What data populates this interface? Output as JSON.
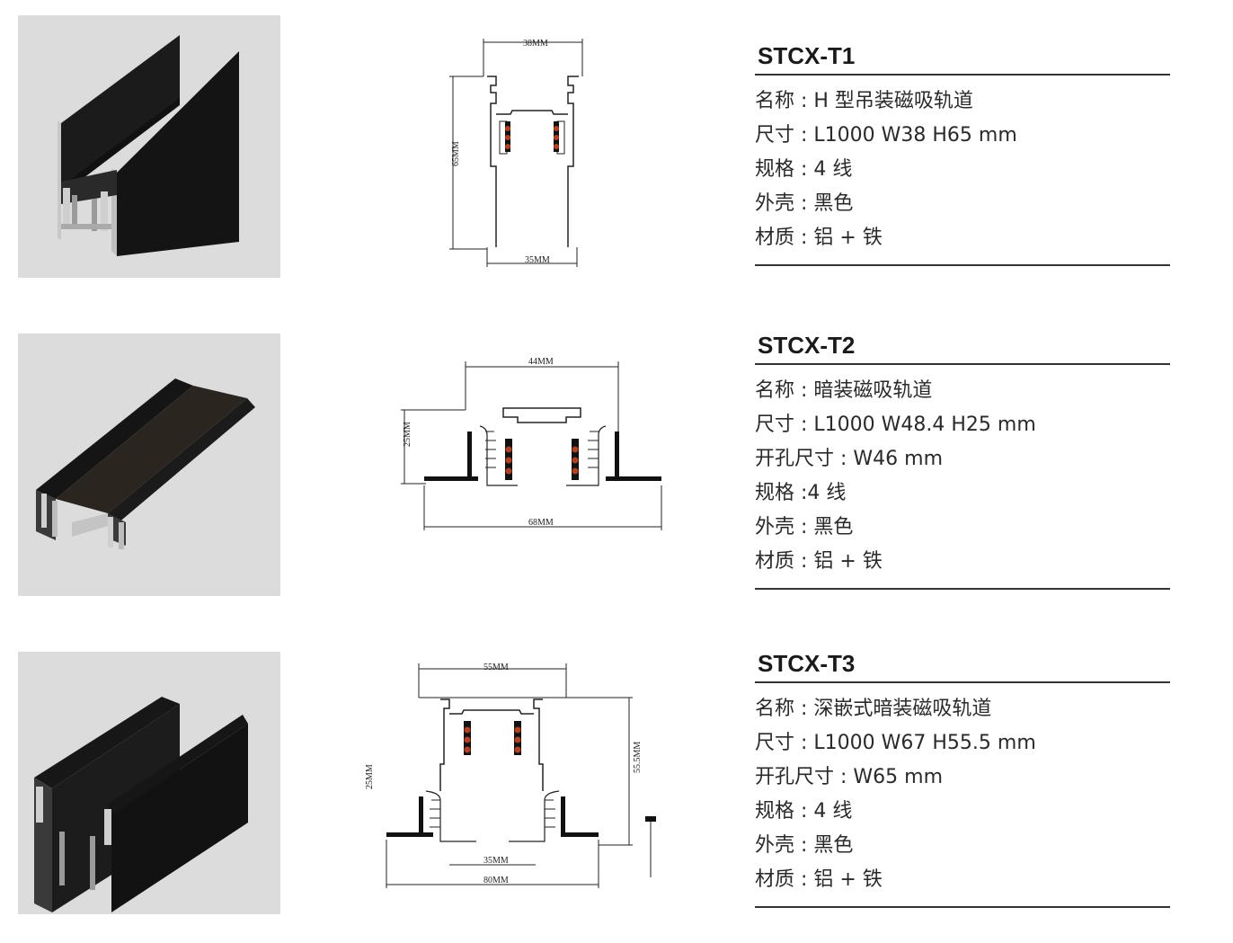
{
  "products": [
    {
      "model": "STCX-T1",
      "specs": [
        "名称 : H 型吊装磁吸轨道",
        "尺寸 : L1000 W38 H65 mm",
        "规格 : 4 线",
        "外壳 : 黑色",
        "材质 : 铝 + 铁"
      ],
      "drawing_dims": {
        "top": "38MM",
        "side": "65MM",
        "bottom": "35MM"
      }
    },
    {
      "model": "STCX-T2",
      "specs": [
        "名称 : 暗装磁吸轨道",
        "尺寸 : L1000 W48.4 H25 mm",
        "开孔尺寸 : W46 mm",
        "规格 :4 线",
        "外壳 : 黑色",
        "材质 : 铝 + 铁"
      ],
      "drawing_dims": {
        "top": "44MM",
        "side": "25MM",
        "bottom": "68MM"
      }
    },
    {
      "model": "STCX-T3",
      "specs": [
        "名称 : 深嵌式暗装磁吸轨道",
        "尺寸 : L1000 W67 H55.5 mm",
        "开孔尺寸 : W65 mm",
        "规格 : 4 线",
        "外壳 : 黑色",
        "材质 : 铝 + 铁"
      ],
      "drawing_dims": {
        "top": "55MM",
        "side_left": "25MM",
        "side_right": "55.5MM",
        "inner": "35MM",
        "bottom": "80MM"
      }
    }
  ],
  "colors": {
    "photo_bg": "#dcdcdc",
    "rail": "#1c1c1c",
    "rule": "#333333",
    "magnet": "#b5401f"
  }
}
